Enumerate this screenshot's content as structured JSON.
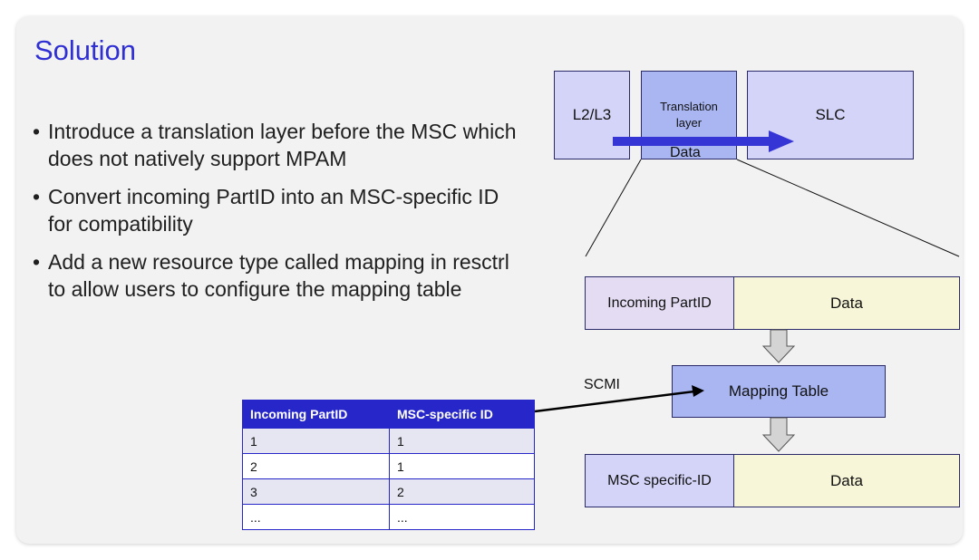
{
  "title": "Solution",
  "bullets": [
    "Introduce a translation layer before the MSC which does not natively support MPAM",
    "Convert incoming PartID into an MSC-specific ID for compatibility",
    "Add a new resource type called mapping in resctrl to allow users to configure the mapping table"
  ],
  "top_diagram": {
    "l2l3": "L2/L3",
    "translation_line1": "Translation",
    "translation_line2": "layer",
    "data_label": "Data",
    "slc": "SLC"
  },
  "detail": {
    "incoming_partid": "Incoming PartID",
    "incoming_data": "Data",
    "mapping_table": "Mapping Table",
    "msc_specific_id": "MSC specific-ID",
    "msc_data": "Data",
    "scmi_label": "SCMI"
  },
  "table": {
    "headers": [
      "Incoming PartID",
      "MSC-specific ID"
    ],
    "rows": [
      [
        "1",
        "1"
      ],
      [
        "2",
        "1"
      ],
      [
        "3",
        "2"
      ],
      [
        "...",
        "..."
      ]
    ]
  },
  "colors": {
    "title": "#2f2fd3",
    "lavender_box": "#d4d4f8",
    "blue_box": "#a9b6f2",
    "yellow_box": "#f8f6d8",
    "arrow": "#3535d6",
    "table_header": "#2727c9"
  }
}
